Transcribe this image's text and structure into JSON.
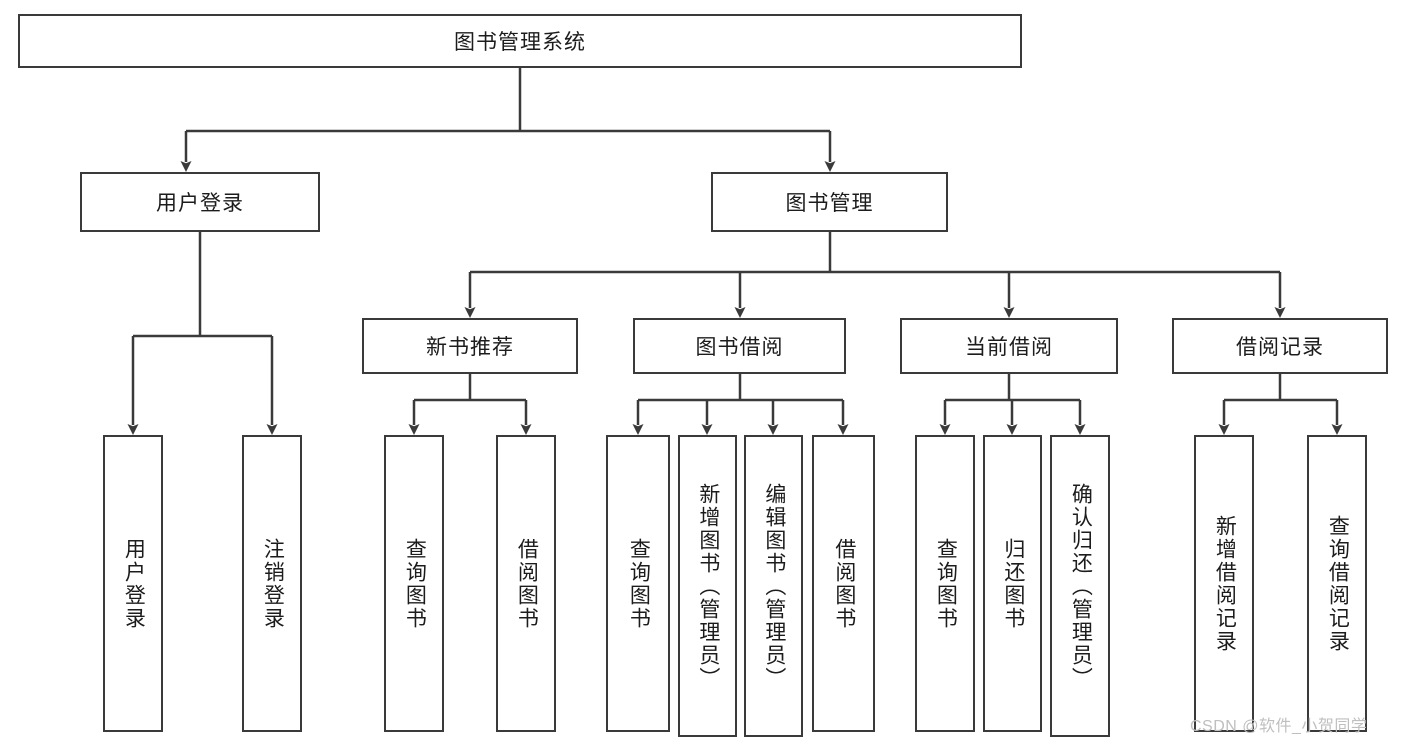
{
  "diagram": {
    "type": "tree",
    "title": "图书管理系统",
    "root": {
      "label": "图书管理系统"
    },
    "level2": [
      {
        "label": "用户登录"
      },
      {
        "label": "图书管理"
      }
    ],
    "level3": [
      {
        "label": "新书推荐"
      },
      {
        "label": "图书借阅"
      },
      {
        "label": "当前借阅"
      },
      {
        "label": "借阅记录"
      }
    ],
    "leaves": {
      "user_login": [
        {
          "label": "用户登录"
        },
        {
          "label": "注销登录"
        }
      ],
      "new_book_recommend": [
        {
          "label": "查询图书"
        },
        {
          "label": "借阅图书"
        }
      ],
      "book_borrow": [
        {
          "label": "查询图书"
        },
        {
          "label": "新增图书（管理员）"
        },
        {
          "label": "编辑图书（管理员）"
        },
        {
          "label": "借阅图书"
        }
      ],
      "current_borrow": [
        {
          "label": "查询图书"
        },
        {
          "label": "归还图书"
        },
        {
          "label": "确认归还（管理员）"
        }
      ],
      "borrow_record": [
        {
          "label": "新增借阅记录"
        },
        {
          "label": "查询借阅记录"
        }
      ]
    }
  },
  "watermark": {
    "text": "CSDN @软件_小贺同学"
  },
  "colors": {
    "border": "#3a3a3a",
    "background": "#ffffff",
    "text": "#1c1c1c",
    "watermark": "#bfbfbf"
  }
}
